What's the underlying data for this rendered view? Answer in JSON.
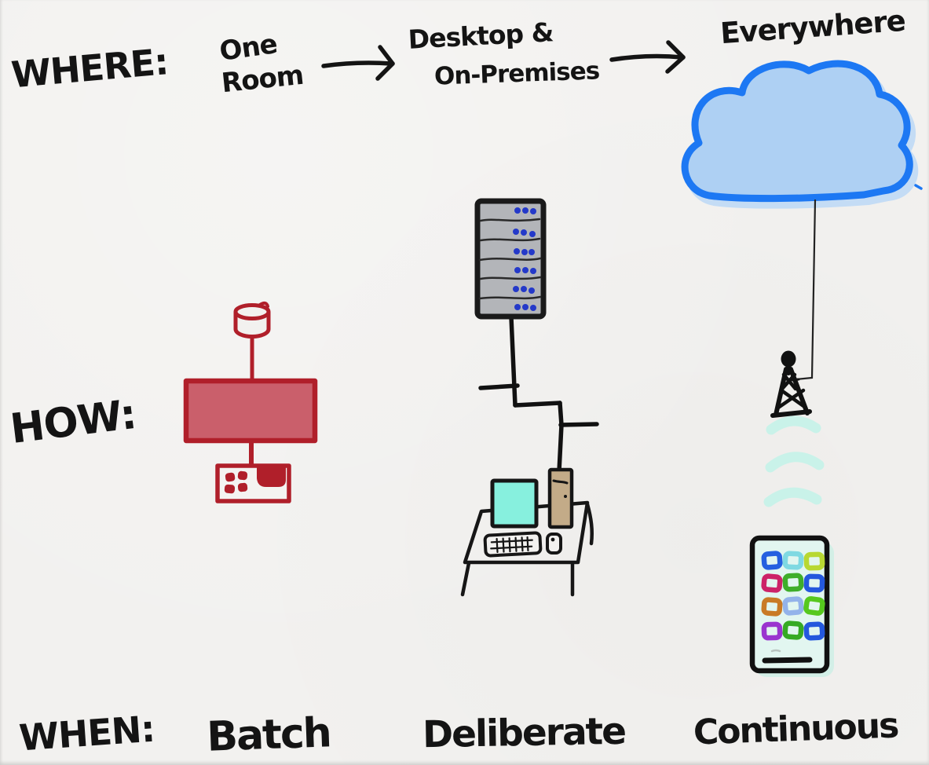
{
  "row_labels": {
    "where": "WHERE:",
    "how": "HOW:",
    "when": "WHEN:"
  },
  "stages": [
    {
      "where_line1": "One",
      "where_line2": "Room",
      "when": "Batch",
      "how_icon": "mainframe-tape-punchcard-icon"
    },
    {
      "where_line1": "Desktop &",
      "where_line2": "On-Premises",
      "when": "Deliberate",
      "how_icon": "server-rack-desktop-computer-icon"
    },
    {
      "where_line1": "Everywhere",
      "where_line2": "",
      "when": "Continuous",
      "how_icon": "cloud-celltower-smartphone-icon"
    }
  ],
  "icons": {
    "arrow": "right-arrow-icon",
    "stage1": [
      "tape-reel-icon",
      "mainframe-cabinet-icon",
      "punch-card-machine-icon"
    ],
    "stage2": [
      "server-rack-icon",
      "network-cable-icon",
      "desk-icon",
      "monitor-icon",
      "tower-pc-icon",
      "keyboard-icon",
      "mouse-icon"
    ],
    "stage3": [
      "cloud-icon",
      "cell-tower-icon",
      "wifi-waves-icon",
      "smartphone-icon",
      "app-grid-icon",
      "home-bar-icon"
    ]
  },
  "colors": {
    "paper": "#f2f1ef",
    "ink": "#141414",
    "red_stroke": "#b01f2a",
    "red_fill": "#ca5f6b",
    "cloud_stroke": "#1d78f3",
    "cloud_fill": "#aed0f3",
    "cloud_halo": "#bdd9f7",
    "server_fill": "#b3b5b9",
    "server_led_blue": "#2439c9",
    "monitor_screen": "#87f0de",
    "tower_pc_tan": "#c3ab88",
    "wifi_wave": "#c9f2e9",
    "phone_screen": "#e2f6f0",
    "phone_halo": "#cfeee6",
    "app_icons": [
      "#2560e0",
      "#7fd9e2",
      "#b8d832",
      "#cc2368",
      "#3fae2a",
      "#2458dd",
      "#c97b26",
      "#93b3ea",
      "#56c81e",
      "#9a35cf",
      "#36aa24",
      "#2458dd"
    ]
  }
}
